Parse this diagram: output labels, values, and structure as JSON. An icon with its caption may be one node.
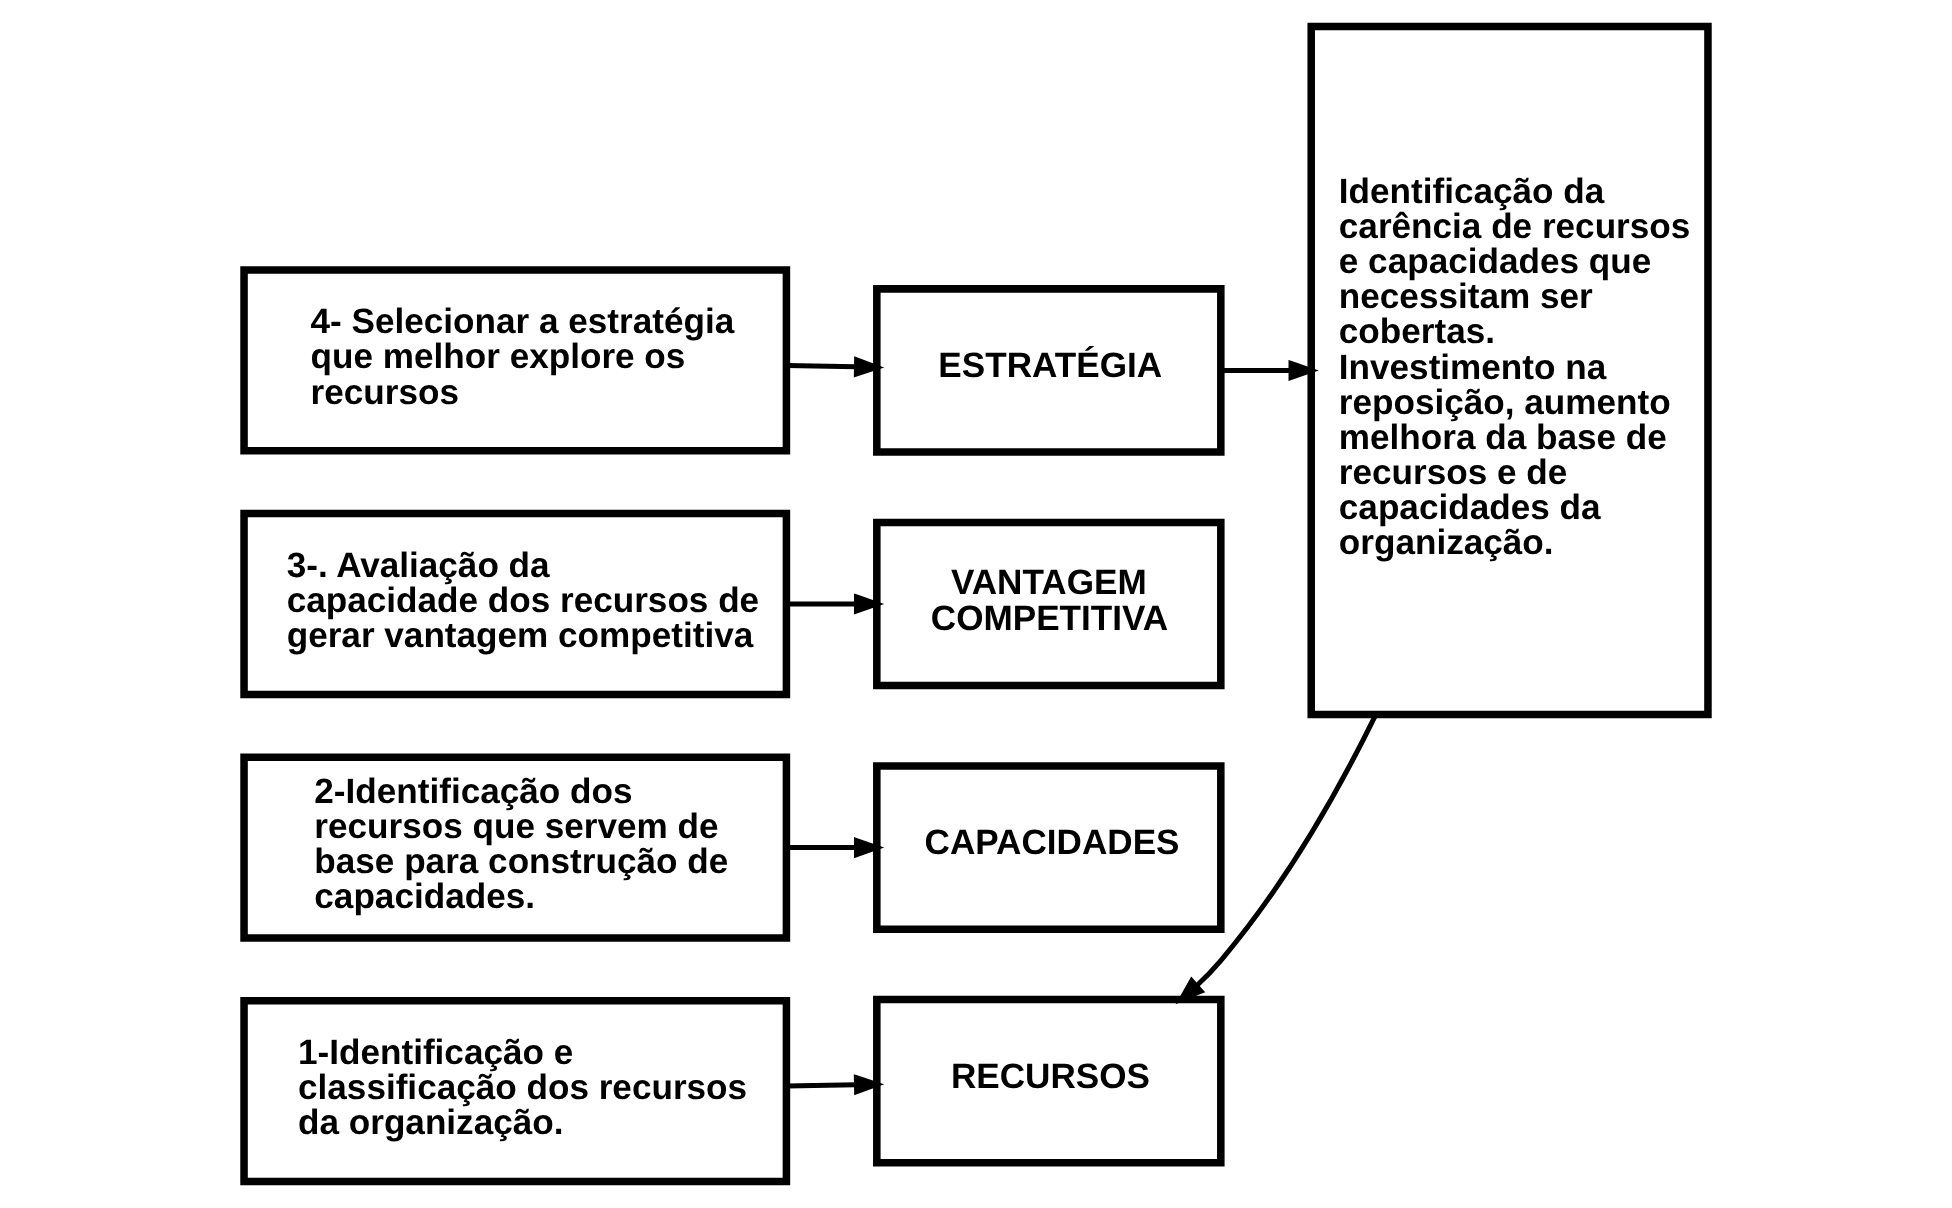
{
  "diagram": {
    "nodes": [
      {
        "text": [
          "4- Selecionar a estratégia que melhor explore os recursos"
        ]
      },
      {
        "text": [
          "ESTRATÉGIA"
        ]
      },
      {
        "text": [
          "3-. Avaliação da capacidade dos recursos de gerar vantagem competitiva"
        ]
      },
      {
        "text": [
          "VANTAGEM COMPETITIVA"
        ]
      },
      {
        "text": [
          "2-Identificação dos recursos que servem de base para construção de capacidades."
        ]
      },
      {
        "text": [
          "CAPACIDADES"
        ]
      },
      {
        "text": [
          "1-Identificação e classificação dos recursos da organização."
        ]
      },
      {
        "text": [
          "RECURSOS"
        ]
      },
      {
        "text": [
          "Identificação da carência de recursos e capacidades que necessitam ser cobertas. Investimento na reposição, aumento melhora da base de recursos e de capacidades da organização."
        ]
      }
    ],
    "edges": [
      {
        "from": 0,
        "to": 1,
        "arrow": "to"
      },
      {
        "from": 2,
        "to": 3,
        "arrow": "to"
      },
      {
        "from": 4,
        "to": 5,
        "arrow": "to"
      },
      {
        "from": 6,
        "to": 7,
        "arrow": "to"
      },
      {
        "from": 1,
        "to": 8,
        "arrow": "to"
      },
      {
        "from": 8,
        "to": 7,
        "arrow": "to"
      }
    ]
  }
}
